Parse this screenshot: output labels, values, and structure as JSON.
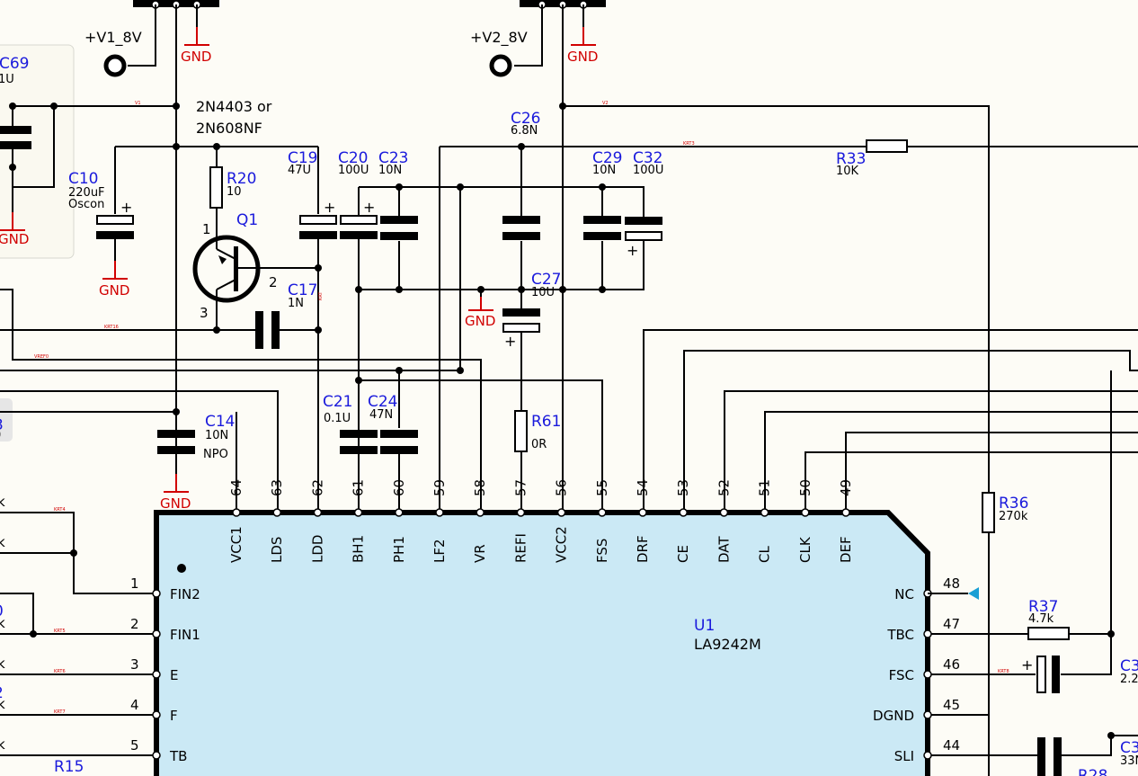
{
  "power": [
    {
      "id": "v1",
      "label": "+V1_8V"
    },
    {
      "id": "v2",
      "label": "+V2_8V"
    }
  ],
  "gnd_label": "GND",
  "transistor": {
    "ref": "Q1",
    "part": "2N4403  or",
    "part2": "2N608NF",
    "pin1": "1",
    "pin2": "2",
    "pin3": "3"
  },
  "ic": {
    "ref": "U1",
    "part": "LA9242M"
  },
  "components": [
    {
      "id": "c69",
      "ref": "C69",
      "value": "1U"
    },
    {
      "id": "c10",
      "ref": "C10",
      "value": "220uF",
      "value2": "Oscon"
    },
    {
      "id": "r20",
      "ref": "R20",
      "value": "10"
    },
    {
      "id": "c19",
      "ref": "C19",
      "value": "47U"
    },
    {
      "id": "c20",
      "ref": "C20",
      "value": "100U"
    },
    {
      "id": "c23",
      "ref": "C23",
      "value": "10N"
    },
    {
      "id": "c26",
      "ref": "C26",
      "value": "6.8N"
    },
    {
      "id": "c29",
      "ref": "C29",
      "value": "10N"
    },
    {
      "id": "c32",
      "ref": "C32",
      "value": "100U"
    },
    {
      "id": "r33",
      "ref": "R33",
      "value": "10K"
    },
    {
      "id": "c17",
      "ref": "C17",
      "value": "1N"
    },
    {
      "id": "c27",
      "ref": "C27",
      "value": "10U"
    },
    {
      "id": "c14",
      "ref": "C14",
      "value": "10N",
      "value2": "NPO"
    },
    {
      "id": "c21",
      "ref": "C21",
      "value": "0.1U"
    },
    {
      "id": "c24",
      "ref": "C24",
      "value": "47N"
    },
    {
      "id": "r61",
      "ref": "R61",
      "value": "0R"
    },
    {
      "id": "r36",
      "ref": "R36",
      "value": "270k"
    },
    {
      "id": "r37",
      "ref": "R37",
      "value": "4.7k"
    },
    {
      "id": "r15",
      "ref": "R15",
      "value": ""
    },
    {
      "id": "c3a",
      "ref": "C3",
      "value": "2.2"
    },
    {
      "id": "c3b",
      "ref": "C3",
      "value": "33N"
    },
    {
      "id": "r28",
      "ref": "R28",
      "value": ""
    }
  ],
  "top_pins": [
    {
      "num": "64",
      "name": "VCC1"
    },
    {
      "num": "63",
      "name": "LDS"
    },
    {
      "num": "62",
      "name": "LDD"
    },
    {
      "num": "61",
      "name": "BH1"
    },
    {
      "num": "60",
      "name": "PH1"
    },
    {
      "num": "59",
      "name": "LF2"
    },
    {
      "num": "58",
      "name": "VR"
    },
    {
      "num": "57",
      "name": "REFI"
    },
    {
      "num": "56",
      "name": "VCC2"
    },
    {
      "num": "55",
      "name": "FSS"
    },
    {
      "num": "54",
      "name": "DRF"
    },
    {
      "num": "53",
      "name": "CE"
    },
    {
      "num": "52",
      "name": "DAT"
    },
    {
      "num": "51",
      "name": "CL"
    },
    {
      "num": "50",
      "name": "CLK"
    },
    {
      "num": "49",
      "name": "DEF"
    }
  ],
  "left_pins": [
    {
      "num": "1",
      "name": "FIN2"
    },
    {
      "num": "2",
      "name": "FIN1"
    },
    {
      "num": "3",
      "name": "E"
    },
    {
      "num": "4",
      "name": "F"
    },
    {
      "num": "5",
      "name": "TB"
    }
  ],
  "right_pins": [
    {
      "num": "48",
      "name": "NC"
    },
    {
      "num": "47",
      "name": "TBC"
    },
    {
      "num": "46",
      "name": "FSC"
    },
    {
      "num": "45",
      "name": "DGND"
    },
    {
      "num": "44",
      "name": "SLI"
    }
  ],
  "edge_labels": [
    "k",
    "k",
    "k",
    "0",
    "k",
    "k",
    "2",
    "k",
    "3",
    "0"
  ],
  "net_labels": [
    "V1",
    "V2",
    "KRT3",
    "KRT16",
    "VREF0",
    "KRT4",
    "KRT5",
    "KRT6",
    "KRT7",
    "KRT8",
    "KRT"
  ]
}
